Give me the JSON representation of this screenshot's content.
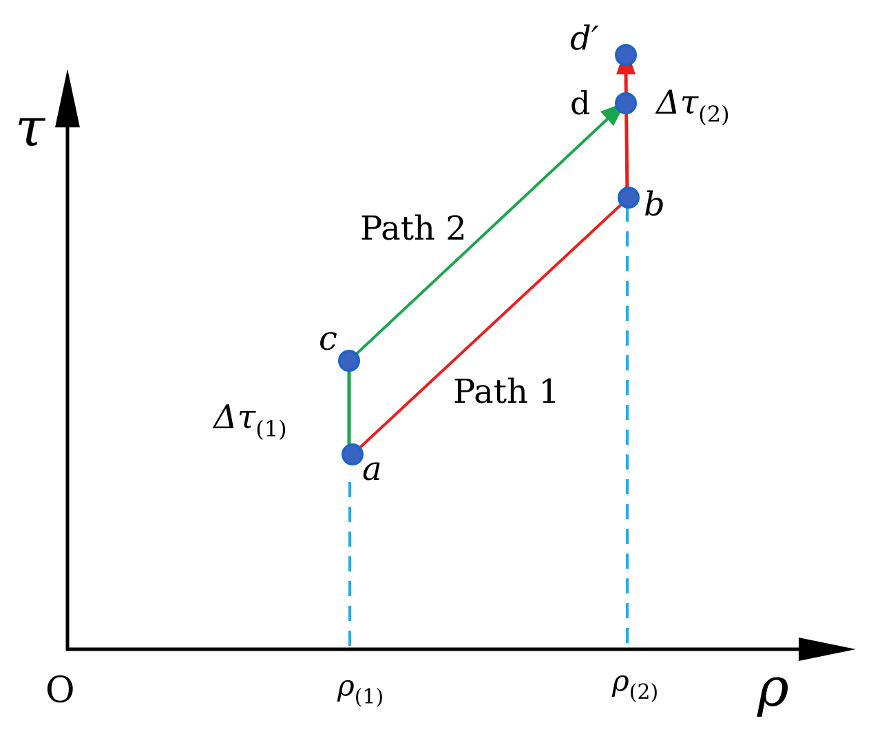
{
  "axes": {
    "y_label": "τ",
    "x_label": "ρ",
    "origin_label": "O"
  },
  "ticks": {
    "rho1": {
      "base": "ρ",
      "sub": "(1)"
    },
    "rho2": {
      "base": "ρ",
      "sub": "(2)"
    }
  },
  "points": {
    "a": "a",
    "b": "b",
    "c": "c",
    "d": "d",
    "d_prime": "d′"
  },
  "paths": {
    "path1": "Path 1",
    "path2": "Path 2"
  },
  "deltas": {
    "delta_tau_1": {
      "base": "Δτ",
      "sub": "(1)"
    },
    "delta_tau_2": {
      "base": "Δτ",
      "sub": "(2)"
    }
  },
  "colors": {
    "axis": "#000000",
    "path1": "#ee1c1c",
    "path2": "#1aa64b",
    "dashed": "#29abe2",
    "point_fill": "#2f5fbf",
    "point_stroke": "#1f63c9"
  }
}
